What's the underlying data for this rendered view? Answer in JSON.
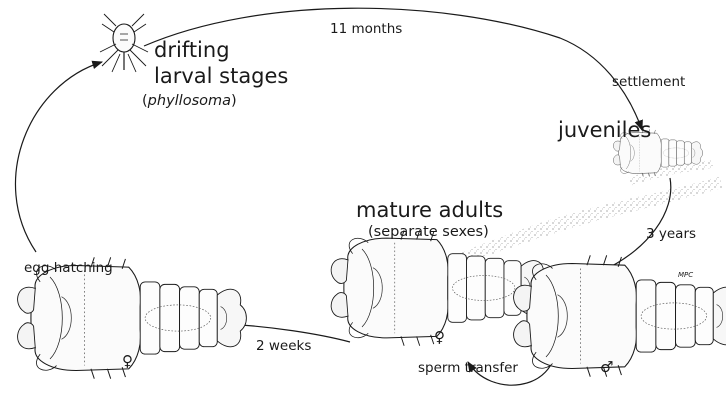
{
  "diagram": {
    "stages": {
      "larvae": {
        "title_line1": "drifting",
        "title_line2": "larval stages",
        "paren_open": "(",
        "paren_term": "phyllosoma",
        "paren_close": ")"
      },
      "juveniles": {
        "title": "juveniles"
      },
      "mature": {
        "title": "mature adults",
        "subtitle": "(separate sexes)"
      }
    },
    "transitions": {
      "larvae_to_juveniles": "11 months",
      "settlement": "settlement",
      "juveniles_to_adults": "3 years",
      "hatching": "egg hatching",
      "adult_to_egg_female": "2 weeks",
      "mating": "sperm transfer"
    },
    "symbols": {
      "female_mature": "♀",
      "female_egg": "♀",
      "male": "♂"
    },
    "signature": "MPC"
  }
}
